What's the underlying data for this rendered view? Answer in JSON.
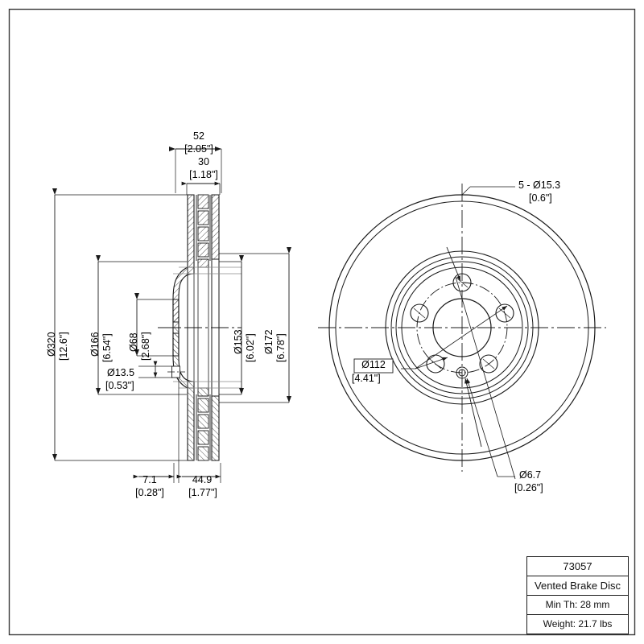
{
  "drawing": {
    "title": "Vented Brake Disc",
    "views": {
      "section_view": "cross-section-view",
      "face_view": "front-face-view"
    }
  },
  "title_block": {
    "part_number": "73057",
    "description": "Vented Brake Disc",
    "min_thickness": "Min Th: 28 mm",
    "weight": "Weight: 21.7 lbs"
  },
  "dimensions": {
    "overall_width": {
      "metric": "52",
      "imperial": "[2.05\"]"
    },
    "hat_depth": {
      "metric": "30",
      "imperial": "[1.18\"]"
    },
    "outer_diameter": {
      "metric": "Ø320",
      "imperial": "[12.6\"]"
    },
    "hub_diameter": {
      "metric": "Ø166",
      "imperial": "[6.54\"]"
    },
    "center_bore": {
      "metric": "Ø68",
      "imperial": "[2.68\"]"
    },
    "bolt_hole": {
      "metric": "Ø13.5",
      "imperial": "[0.53\"]"
    },
    "inner_face_diameter": {
      "metric": "Ø153",
      "imperial": "[6.02\"]"
    },
    "outer_face_diameter": {
      "metric": "Ø172",
      "imperial": "[6.78\"]"
    },
    "flange_thickness": {
      "metric": "7.1",
      "imperial": "[0.28\"]"
    },
    "offset": {
      "metric": "44.9",
      "imperial": "[1.77\"]"
    }
  },
  "callouts": {
    "lug_holes": {
      "line1": "5 - Ø15.3",
      "line2": "[0.6\"]"
    },
    "bolt_circle": {
      "line1": "Ø112",
      "line2": "[4.41\"]"
    },
    "pilot_hole": {
      "line1": "Ø6.7",
      "line2": "[0.26\"]"
    }
  },
  "colors": {
    "line": "#1a1a1a",
    "thin_line": "#333333",
    "background": "#ffffff"
  }
}
